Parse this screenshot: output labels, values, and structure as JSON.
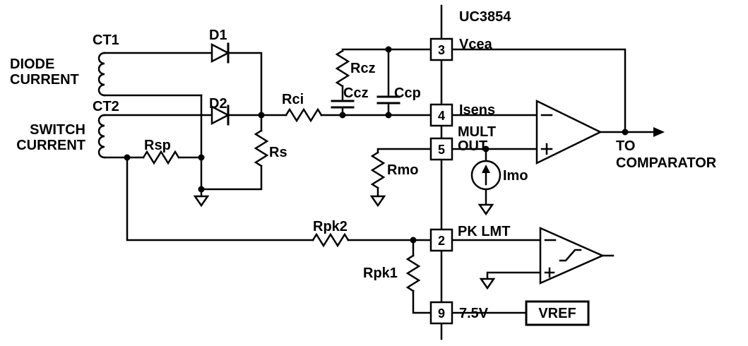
{
  "schematic": {
    "ic_title": "UC3854",
    "pins": {
      "p3": {
        "num": "3",
        "label": "Vcea"
      },
      "p4": {
        "num": "4",
        "label": "Isens"
      },
      "p5": {
        "num": "5",
        "label1": "MULT",
        "label2": "OUT"
      },
      "p2": {
        "num": "2",
        "label": "PK LMT"
      },
      "p9": {
        "num": "9",
        "label": "7.5V"
      }
    },
    "inputs": {
      "diode_line1": "DIODE",
      "diode_line2": "CURRENT",
      "switch_line1": "SWITCH",
      "switch_line2": "CURRENT",
      "ct1": "CT1",
      "ct2": "CT2"
    },
    "components": {
      "d1": "D1",
      "d2": "D2",
      "rci": "Rci",
      "rcz": "Rcz",
      "ccz": "Ccz",
      "ccp": "Ccp",
      "rsp": "Rsp",
      "rs": "Rs",
      "rmo": "Rmo",
      "imo": "Imo",
      "rpk1": "Rpk1",
      "rpk2": "Rpk2"
    },
    "outputs": {
      "to_line1": "TO",
      "to_line2": "COMPARATOR",
      "vref": "VREF"
    },
    "colors": {
      "ink": "#000000",
      "background": "#ffffff"
    }
  }
}
